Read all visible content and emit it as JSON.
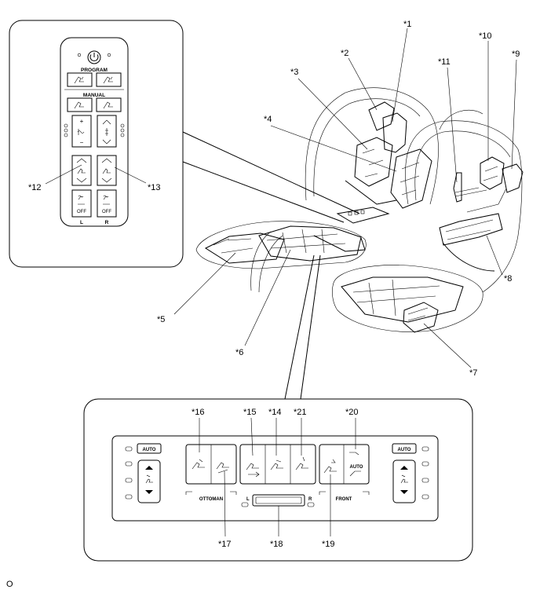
{
  "callouts": {
    "c1": "*1",
    "c2": "*2",
    "c3": "*3",
    "c4": "*4",
    "c5": "*5",
    "c6": "*6",
    "c7": "*7",
    "c8": "*8",
    "c9": "*9",
    "c10": "*10",
    "c11": "*11",
    "c12": "*12",
    "c13": "*13",
    "c14": "*14",
    "c15": "*15",
    "c16": "*16",
    "c17": "*17",
    "c18": "*18",
    "c19": "*19",
    "c20": "*20",
    "c21": "*21"
  },
  "remote": {
    "program_label": "PROGRAM",
    "manual_label": "MANUAL",
    "plus": "+",
    "minus": "−",
    "off_left": "OFF",
    "off_right": "OFF",
    "left_label": "L",
    "right_label": "R"
  },
  "panel": {
    "auto_left": "AUTO",
    "auto_right": "AUTO",
    "auto_front": "AUTO",
    "ottoman_label": "OTTOMAN",
    "front_label": "FRONT",
    "left_label": "L",
    "right_label": "R"
  },
  "footer": {
    "code": "O"
  }
}
